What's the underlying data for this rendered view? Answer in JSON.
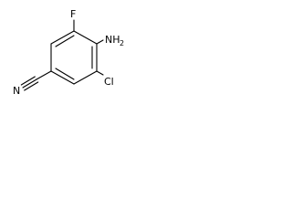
{
  "molecule": {
    "atoms": {
      "fluorine": "F",
      "amine_main": "NH",
      "amine_sub": "2",
      "chlorine": "Cl",
      "nitrile_nitrogen": "N"
    },
    "colors": {
      "bond": "#000000",
      "label": "#000000",
      "background": "#ffffff"
    }
  }
}
